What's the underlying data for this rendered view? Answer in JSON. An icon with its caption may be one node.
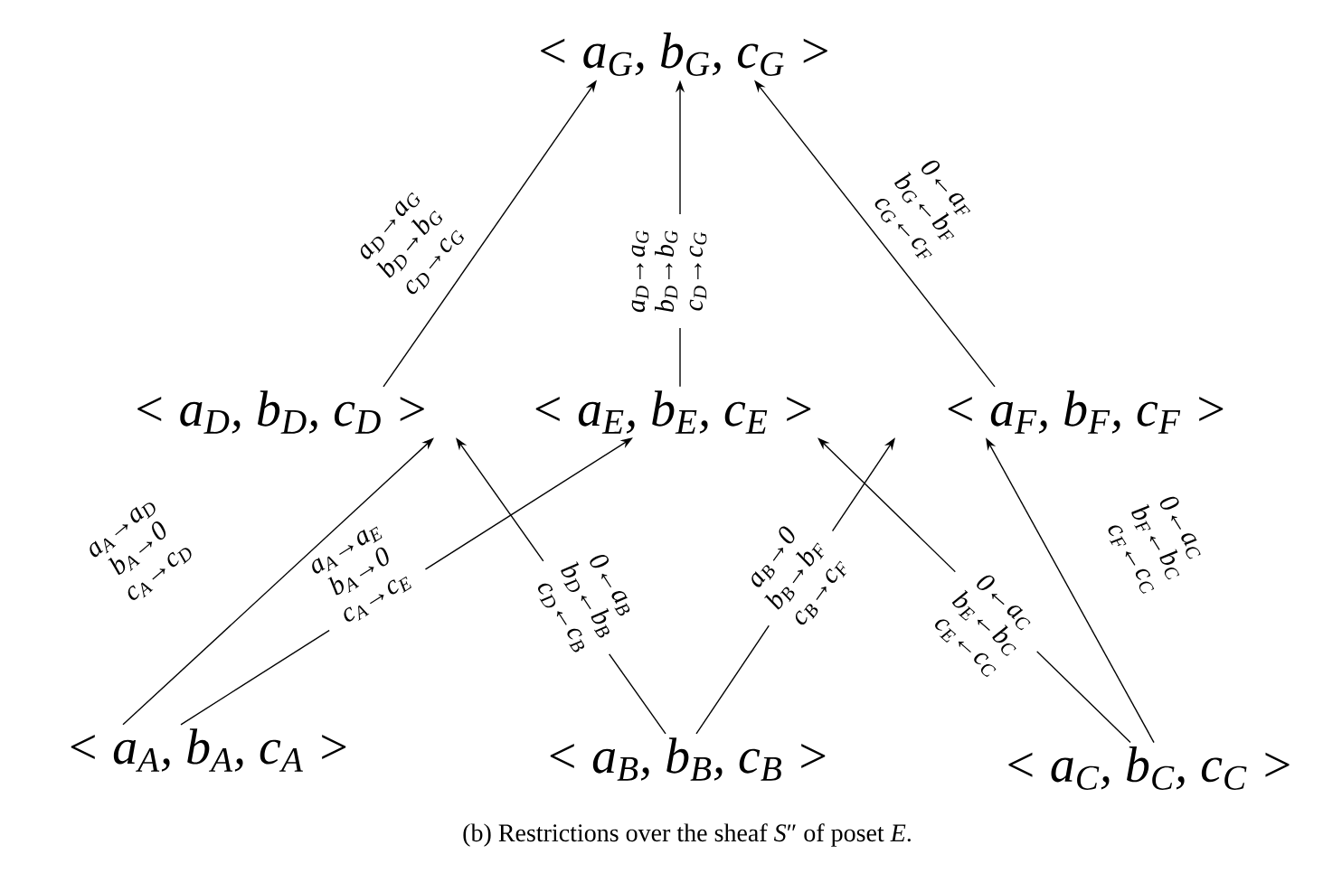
{
  "diagram": {
    "caption": "(b) Restrictions over the sheaf *S*″ of poset *E*.",
    "nodes": [
      {
        "text": [
          "< a$_{G}$, b$_{G}$, c$_{G}$ >"
        ]
      },
      {
        "text": [
          "< a$_{D}$, b$_{D}$, c$_{D}$ >"
        ]
      },
      {
        "text": [
          "< a$_{E}$, b$_{E}$, c$_{E}$ >"
        ]
      },
      {
        "text": [
          "< a$_{F}$, b$_{F}$, c$_{F}$ >"
        ]
      },
      {
        "text": [
          "< a$_{A}$, b$_{A}$, c$_{A}$ >"
        ]
      },
      {
        "text": [
          "< a$_{B}$, b$_{B}$, c$_{B}$ >"
        ]
      },
      {
        "text": [
          "< a$_{C}$, b$_{C}$, c$_{C}$ >"
        ]
      }
    ],
    "edges": [
      {
        "from": 4,
        "to": 1,
        "arrow": "to",
        "label": "a$_{A}$→a$_{D}$ b$_{A}$→0 c$_{A}$→c$_{D}$"
      },
      {
        "from": 4,
        "to": 2,
        "arrow": "to",
        "label": "a$_{A}$→a$_{E}$ b$_{A}$→0 c$_{A}$→c$_{E}$"
      },
      {
        "from": 5,
        "to": 1,
        "arrow": "to",
        "label": "0←a$_{B}$ b$_{D}$←b$_{B}$ c$_{D}$←c$_{B}$"
      },
      {
        "from": 5,
        "to": 3,
        "arrow": "to",
        "label": "a$_{B}$→0 b$_{B}$→b$_{F}$ c$_{B}$→c$_{F}$"
      },
      {
        "from": 6,
        "to": 2,
        "arrow": "to",
        "label": "0←a$_{C}$ b$_{E}$←b$_{C}$ c$_{E}$←c$_{C}$"
      },
      {
        "from": 6,
        "to": 3,
        "arrow": "to",
        "label": "0←a$_{C}$ b$_{F}$←b$_{C}$ c$_{F}$←c$_{C}$"
      },
      {
        "from": 1,
        "to": 0,
        "arrow": "to",
        "label": "a$_{D}$→a$_{G}$ b$_{D}$→b$_{G}$ c$_{D}$→c$_{G}$"
      },
      {
        "from": 2,
        "to": 0,
        "arrow": "to",
        "label": "a$_{D}$→a$_{G}$ b$_{D}$→b$_{G}$ c$_{D}$→c$_{G}$"
      },
      {
        "from": 3,
        "to": 0,
        "arrow": "to",
        "label": "0←a$_{F}$ b$_{G}$←b$_{F}$ c$_{G}$←c$_{F}$"
      }
    ]
  }
}
